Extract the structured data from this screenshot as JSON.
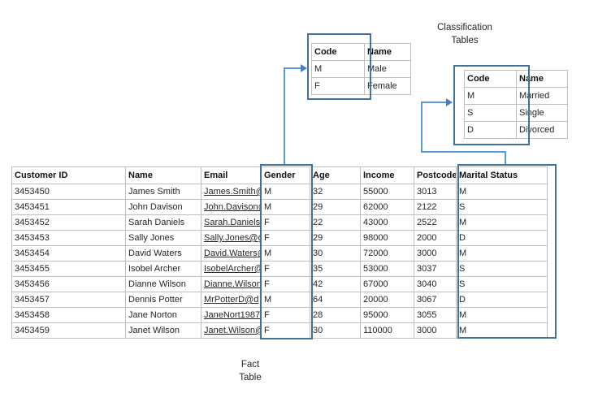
{
  "labels": {
    "classification": {
      "line1": "Classification",
      "line2": "Tables"
    },
    "fact": {
      "line1": "Fact",
      "line2": "Table"
    }
  },
  "gender_table": {
    "headers": [
      "Code",
      "Name"
    ],
    "rows": [
      [
        "M",
        "Male"
      ],
      [
        "F",
        "Female"
      ]
    ]
  },
  "marital_table": {
    "headers": [
      "Code",
      "Name"
    ],
    "rows": [
      [
        "M",
        "Married"
      ],
      [
        "S",
        "Single"
      ],
      [
        "D",
        "Divorced"
      ]
    ]
  },
  "fact": {
    "headers": [
      "Customer ID",
      "Name",
      "Email",
      "Gender",
      "Age",
      "Income",
      "Postcode",
      "Marital Status"
    ],
    "rows": [
      [
        "3453450",
        "James Smith",
        "James.Smith@",
        "M",
        "32",
        "55000",
        "3013",
        "M"
      ],
      [
        "3453451",
        "John Davison",
        "John.Davison@",
        "M",
        "29",
        "62000",
        "2122",
        "S"
      ],
      [
        "3453452",
        "Sarah Daniels",
        "Sarah.Daniels@",
        "F",
        "22",
        "43000",
        "2522",
        "M"
      ],
      [
        "3453453",
        "Sally Jones",
        "Sally.Jones@g",
        "F",
        "29",
        "98000",
        "2000",
        "D"
      ],
      [
        "3453454",
        "David Waters",
        "David.Waters@",
        "M",
        "30",
        "72000",
        "3000",
        "M"
      ],
      [
        "3453455",
        "Isobel Archer",
        "IsobelArcher@",
        "F",
        "35",
        "53000",
        "3037",
        "S"
      ],
      [
        "3453456",
        "Dianne Wilson",
        "Dianne.Wilson",
        "F",
        "42",
        "67000",
        "3040",
        "S"
      ],
      [
        "3453457",
        "Dennis Potter",
        "MrPotterD@d",
        "M",
        "64",
        "20000",
        "3067",
        "D"
      ],
      [
        "3453458",
        "Jane Norton",
        "JaneNort1987",
        "F",
        "28",
        "95000",
        "3055",
        "M"
      ],
      [
        "3453459",
        "Janet Wilson",
        "Janet.Wilson@",
        "F",
        "30",
        "110000",
        "3000",
        "M"
      ]
    ]
  },
  "colors": {
    "highlight_box": "#41719C",
    "connector_line": "#5B9BD5",
    "table_border": "#BFBFBF",
    "hyperlink": "#2E7BCF"
  }
}
